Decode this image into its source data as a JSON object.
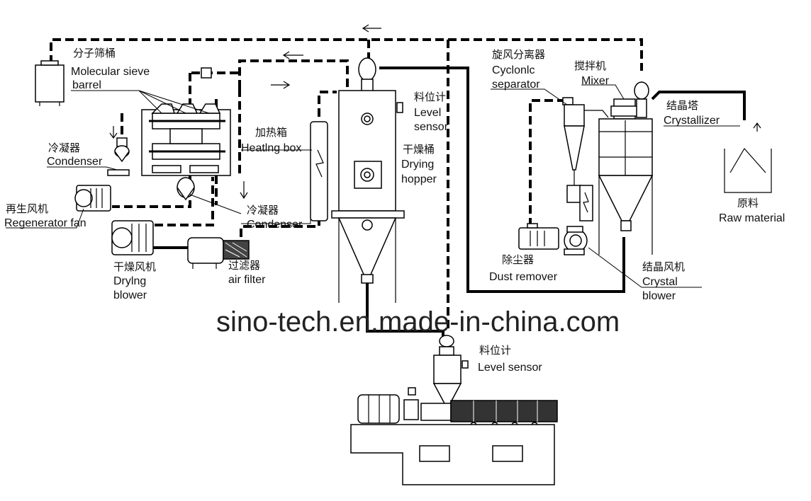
{
  "labels": {
    "molecular_sieve_zh": "分子筛桶",
    "molecular_sieve_en_1": "Molecular sieve",
    "molecular_sieve_en_2": "barrel",
    "condenser_left_zh": "冷凝器",
    "condenser_left_en": "Condenser",
    "regenerator_zh": "再生风机",
    "regenerator_en": "Regenerator fan",
    "drying_blower_zh": "干燥风机",
    "drying_blower_en_1": "Drylng",
    "drying_blower_en_2": "blower",
    "air_filter_zh": "过滤器",
    "air_filter_en": "air filter",
    "heating_box_zh": "加热箱",
    "heating_box_en": "Heatlng box",
    "condenser_mid_zh": "冷凝器",
    "condenser_mid_en": "Condenser",
    "level_top_zh": "料位计",
    "level_top_en_1": "Level",
    "level_top_en_2": "sensor",
    "drying_hopper_zh": "干燥桶",
    "drying_hopper_en_1": "Drying",
    "drying_hopper_en_2": "hopper",
    "cyclone_zh": "旋风分离器",
    "cyclone_en_1": "Cyclonlc",
    "cyclone_en_2": "separator",
    "mixer_zh": "搅拌机",
    "mixer_en": "Mixer",
    "crystallizer_zh": "结晶塔",
    "crystallizer_en": "Crystallizer",
    "raw_material_zh": "原料",
    "raw_material_en": "Raw  material",
    "dust_remover_zh": "除尘器",
    "dust_remover_en": "Dust remover",
    "crystal_blower_zh": "结晶风机",
    "crystal_blower_en_1": "Crystal",
    "crystal_blower_en_2": "blower",
    "level_bottom_zh": "料位计",
    "level_bottom_en": "Level sensor"
  },
  "watermark": "sino-tech.en.made-in-china.com",
  "colors": {
    "line": "#000000",
    "background": "#ffffff"
  }
}
